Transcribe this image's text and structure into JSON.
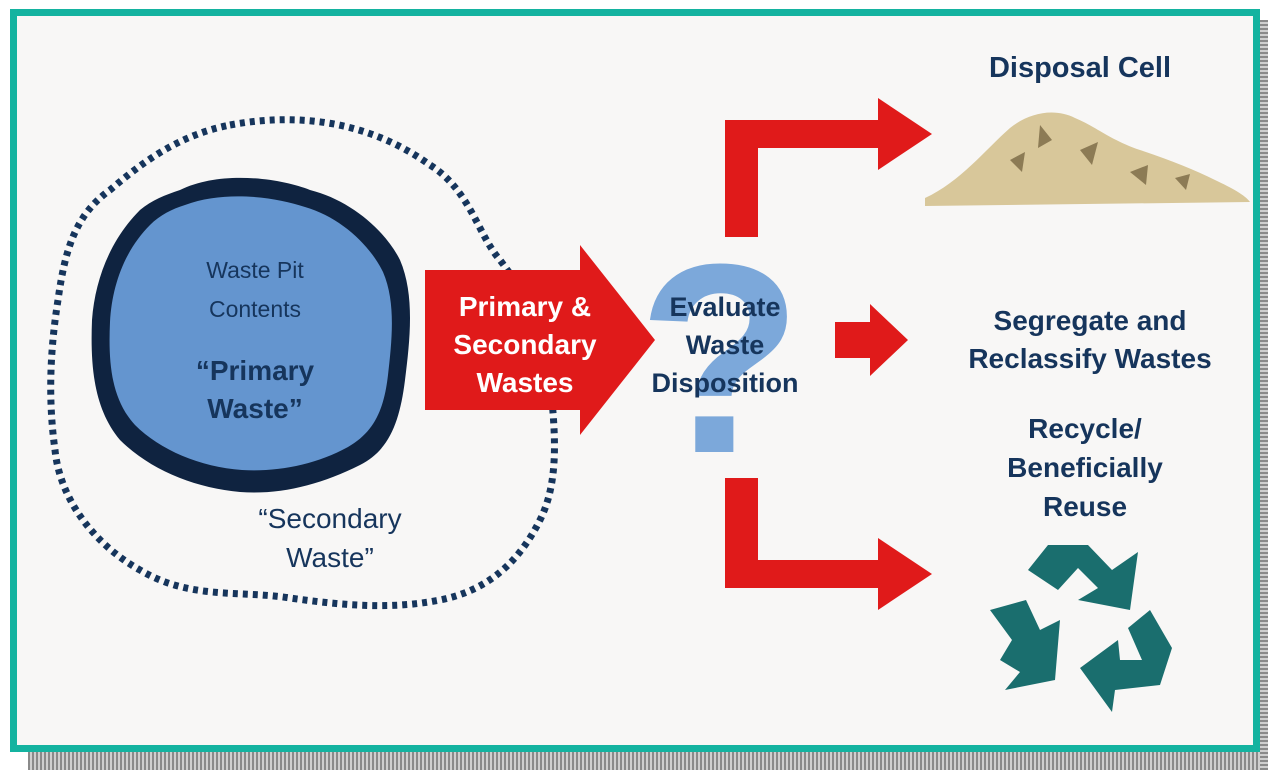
{
  "colors": {
    "border": "#14b3a0",
    "background": "#f8f7f6",
    "arrow_red": "#e01a1a",
    "pit_blue": "#6495cf",
    "pit_dark": "#0f2340",
    "text_dark": "#16355c",
    "question_mark": "#6fa0d8",
    "pile_tan": "#d8c79a",
    "recycle_teal": "#1a6e6e"
  },
  "icons": [
    "waste-pit-shape",
    "dotted-boundary",
    "question-mark-icon",
    "disposal-pile-icon",
    "recycle-icon"
  ],
  "pit": {
    "line1": "Waste Pit",
    "line2": "Contents",
    "primary1": "“Primary",
    "primary2": "Waste”"
  },
  "secondary": {
    "line1": "“Secondary",
    "line2": "Waste”"
  },
  "main_arrow": {
    "line1": "Primary &",
    "line2": "Secondary",
    "line3": "Wastes"
  },
  "evaluate": {
    "line1": "Evaluate",
    "line2": "Waste",
    "line3": "Disposition"
  },
  "outcomes": {
    "disposal": "Disposal Cell",
    "segregate1": "Segregate and",
    "segregate2": "Reclassify Wastes",
    "recycle1": "Recycle/",
    "recycle2": "Beneficially",
    "recycle3": "Reuse"
  }
}
